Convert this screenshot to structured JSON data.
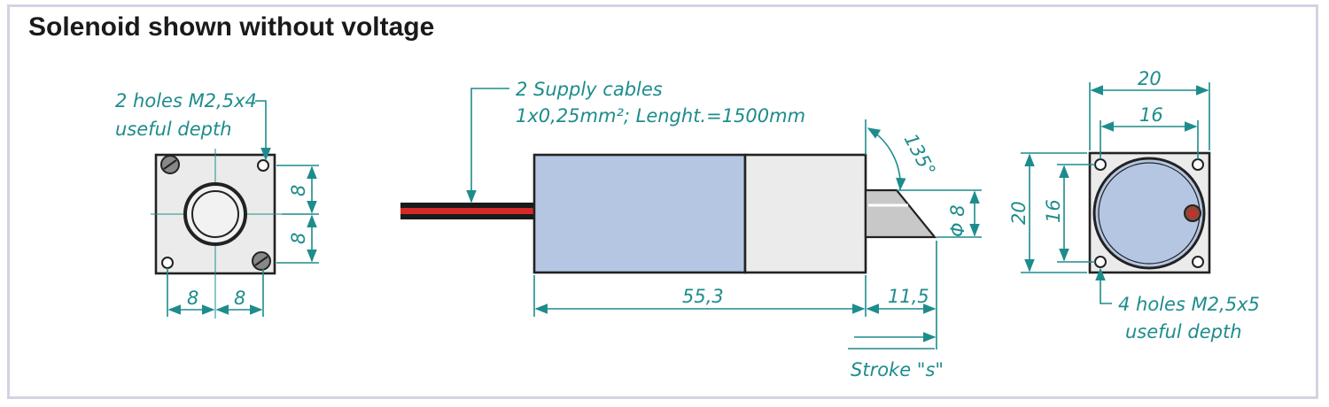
{
  "title": "Solenoid shown without voltage",
  "front_view": {
    "holes_note_line1": "2 holes M2,5x4",
    "holes_note_line2": "useful depth",
    "dim_top": "8",
    "dim_bottom": "8",
    "dim_left": "8",
    "dim_right": "8"
  },
  "side_view": {
    "cable_note_line1": "2 Supply cables",
    "cable_note_line2": "1x0,25mm²; Lenght.=1500mm",
    "angle": "135°",
    "plunger_diameter": "Φ 8",
    "body_length": "55,3",
    "plunger_length": "11,5",
    "stroke_label": "Stroke \"s\""
  },
  "rear_view": {
    "width_outer": "20",
    "width_inner": "16",
    "height_outer": "20",
    "height_inner": "16",
    "holes_note_line1": "4 holes M2,5x5",
    "holes_note_line2": "useful depth"
  },
  "colors": {
    "dimension": "#1e8c8c",
    "coil_body": "#b4c6e2",
    "end_cap": "#ebebeb",
    "cable_red": "#d42a2a",
    "cable_black": "#1a1a1a"
  }
}
